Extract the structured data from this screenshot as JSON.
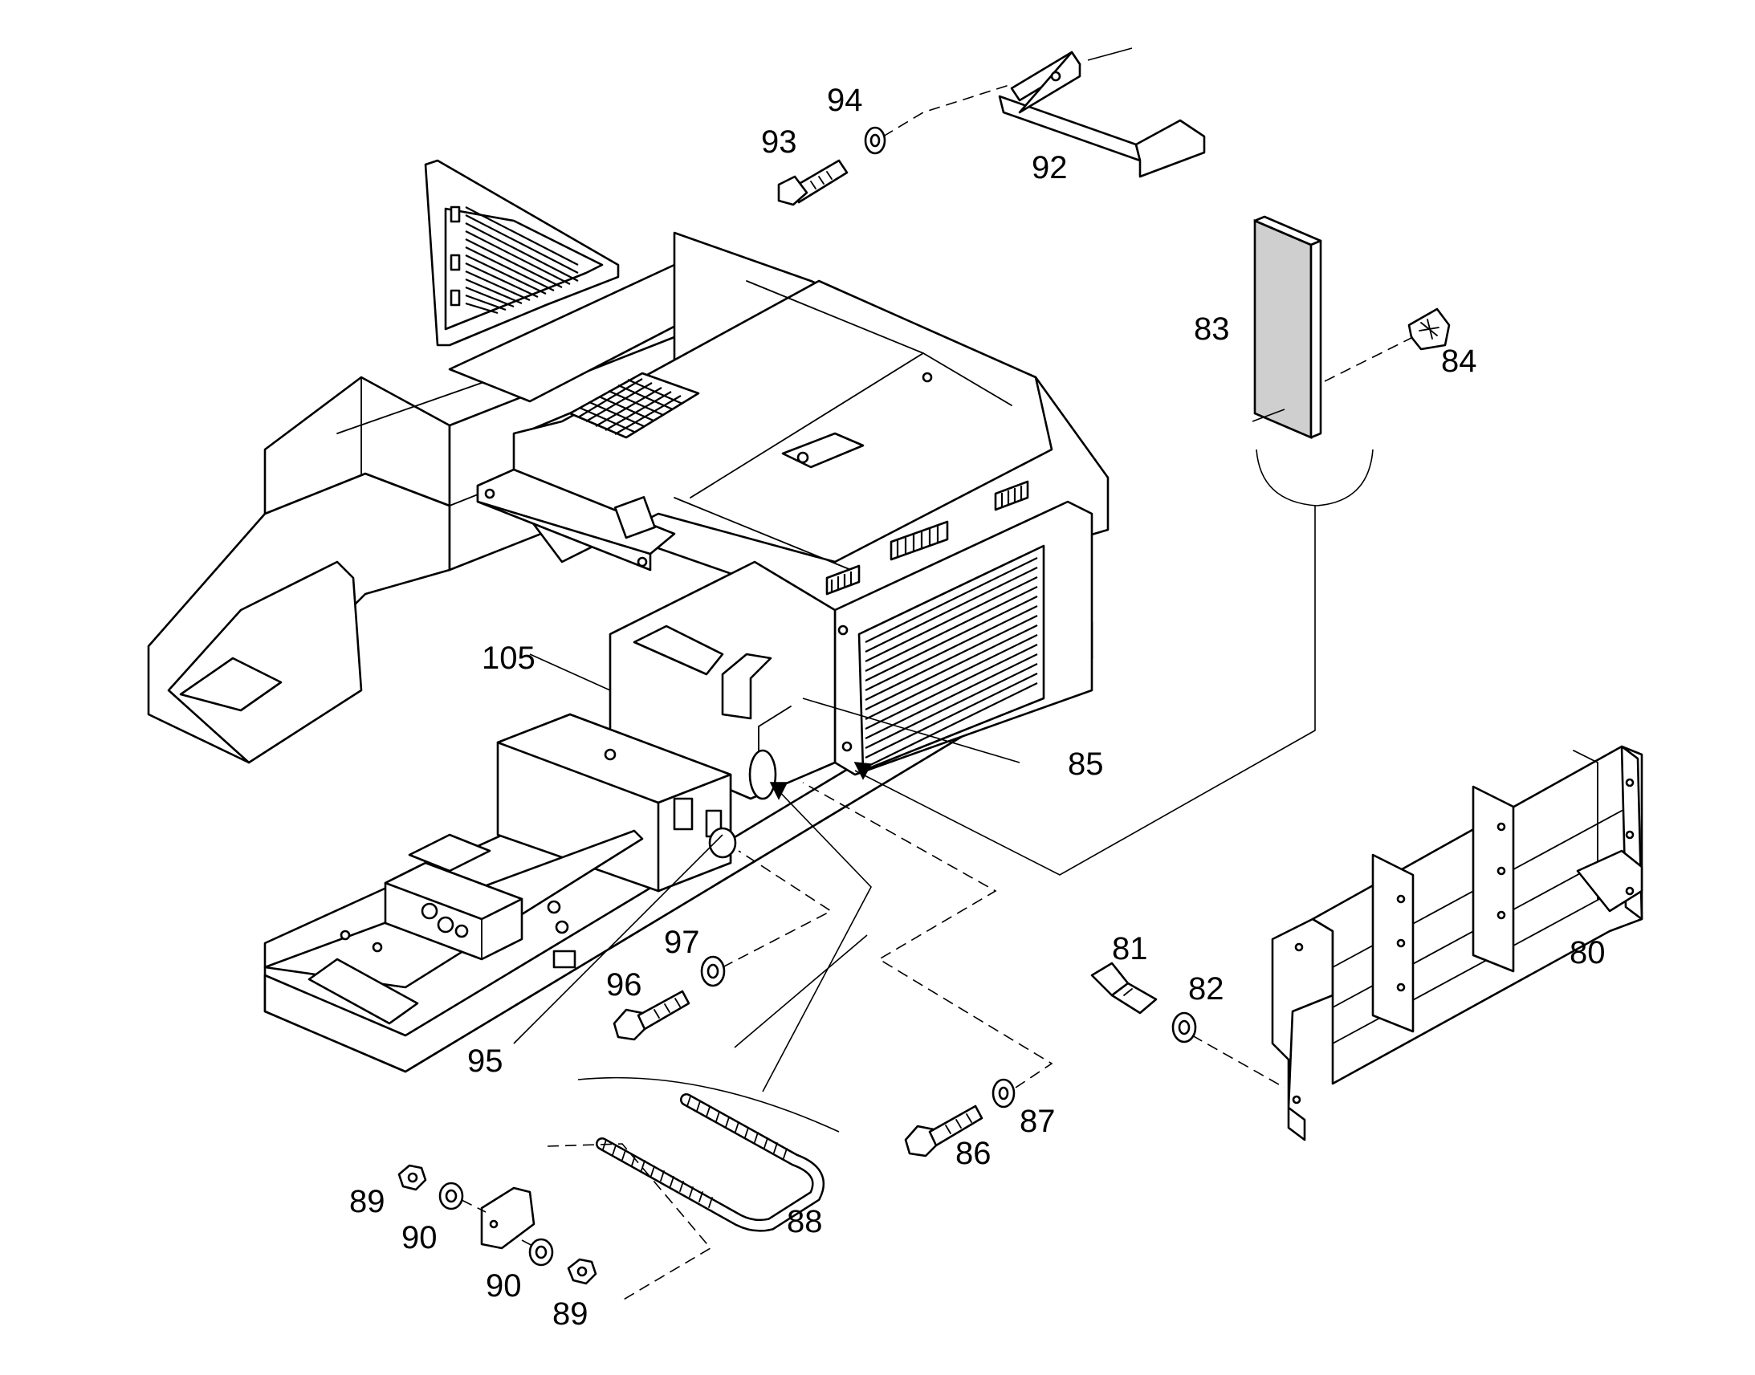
{
  "diagram": {
    "callouts": {
      "c80": "80",
      "c81": "81",
      "c82": "82",
      "c83": "83",
      "c84": "84",
      "c85": "85",
      "c86": "86",
      "c87": "87",
      "c88": "88",
      "c89a": "89",
      "c89b": "89",
      "c90a": "90",
      "c90b": "90",
      "c92": "92",
      "c93": "93",
      "c94": "94",
      "c95": "95",
      "c96": "96",
      "c97": "97",
      "c105": "105"
    }
  }
}
